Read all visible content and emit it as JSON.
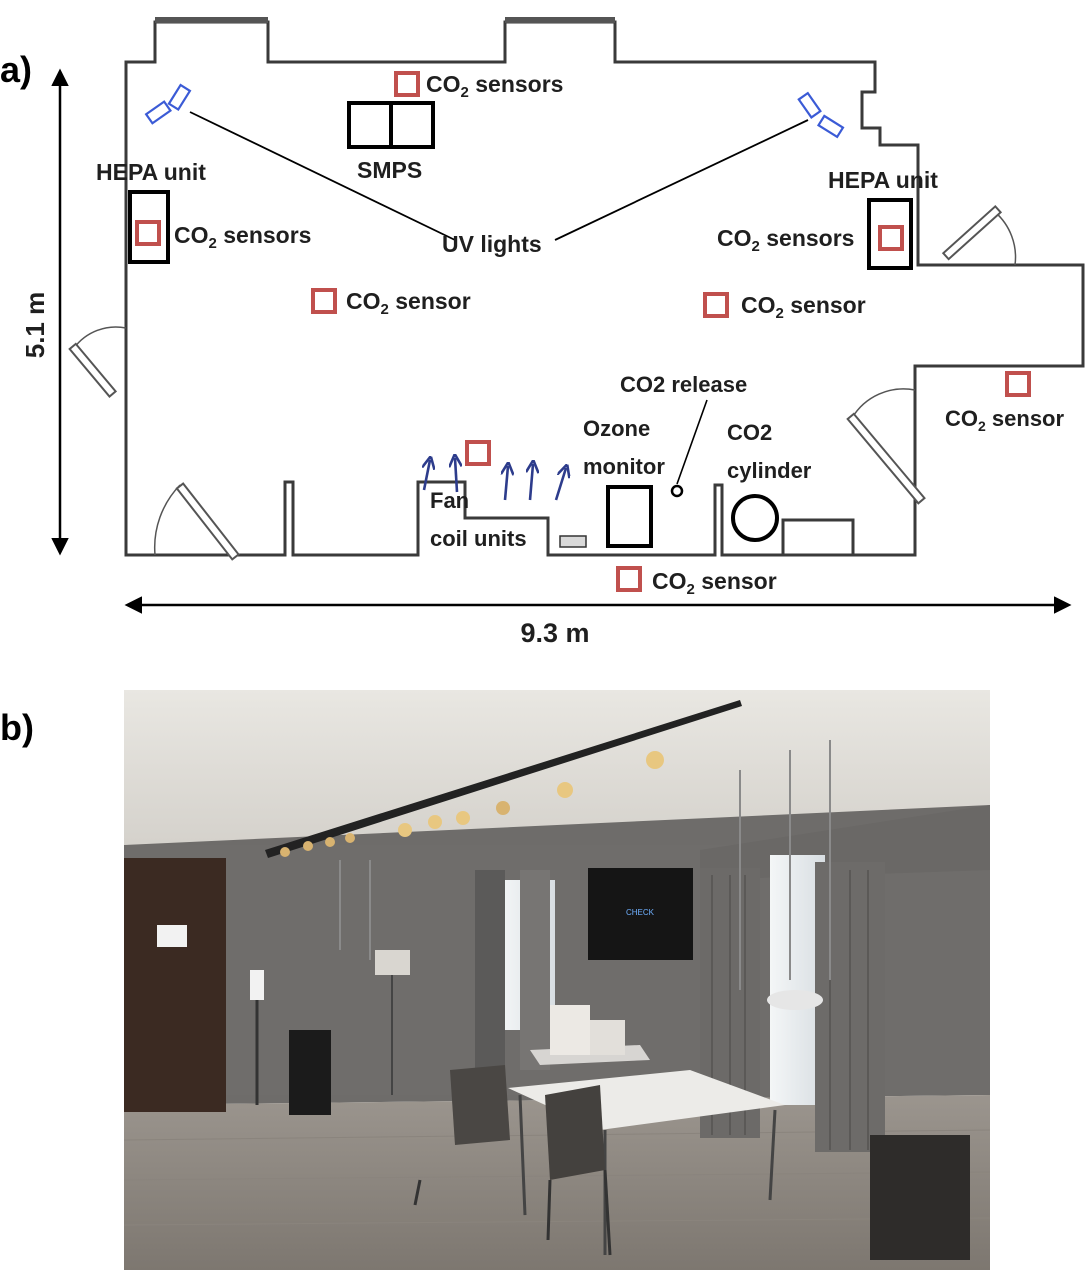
{
  "panel_a": {
    "label": "a)",
    "dimension_height": "5.1 m",
    "dimension_width": "9.3 m",
    "labels": {
      "co2_sensors_top": "CO",
      "co2_sensors_left": "CO",
      "co2_sensors_right": "CO",
      "co2_sensor_mid_left": "CO",
      "co2_sensor_mid_right": "CO",
      "co2_sensor_far_right": "CO",
      "co2_sensors_bottom": "CO",
      "sub2": "2",
      "suffix_sensors": " sensors",
      "suffix_sensor": " sensor",
      "suffix_sensor_cut": " sensor",
      "smps": "SMPS",
      "hepa_left": "HEPA unit",
      "hepa_right": "HEPA unit",
      "uv_lights": "UV lights",
      "co2_release": "CO2 release",
      "ozone_line1": "Ozone",
      "ozone_line2": "monitor",
      "cylinder_line1": "CO2",
      "cylinder_line2": "cylinder",
      "fan_line1": "Fan",
      "fan_line2": "coil units"
    },
    "colors": {
      "sensor": "#c0504d",
      "uv_light": "#3b5bd6",
      "fan_arrows": "#2d3c8c"
    }
  },
  "panel_b": {
    "label": "b)",
    "photo_screen_text": "CHECK"
  }
}
